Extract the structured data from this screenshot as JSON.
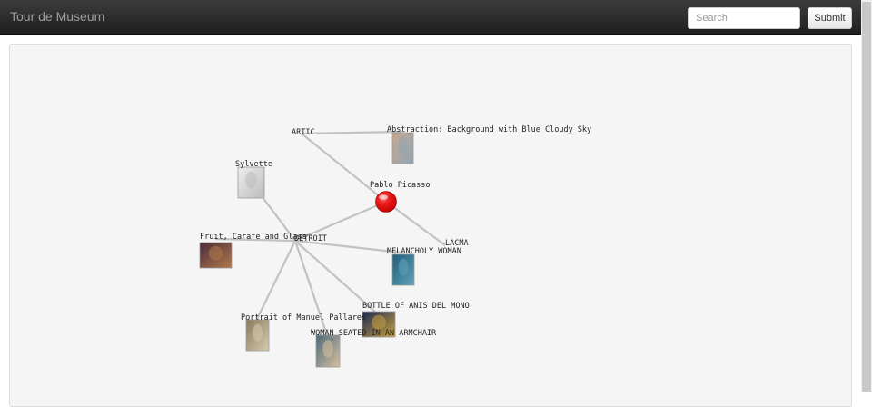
{
  "app": {
    "title": "Tour de Museum"
  },
  "search": {
    "placeholder": "Search",
    "value": "",
    "submit_label": "Submit"
  },
  "graph": {
    "edges": [
      [
        "artic",
        "abstraction"
      ],
      [
        "artic",
        "picasso"
      ],
      [
        "picasso",
        "lacma"
      ],
      [
        "picasso",
        "detroit"
      ],
      [
        "detroit",
        "sylvette"
      ],
      [
        "detroit",
        "fruit"
      ],
      [
        "detroit",
        "melancholy"
      ],
      [
        "detroit",
        "bottle"
      ],
      [
        "detroit",
        "portrait"
      ],
      [
        "detroit",
        "woman"
      ]
    ],
    "nodes": [
      {
        "id": "artic",
        "kind": "museum",
        "label": "ARTIC"
      },
      {
        "id": "detroit",
        "kind": "museum",
        "label": "DETROIT"
      },
      {
        "id": "lacma",
        "kind": "museum",
        "label": "LACMA"
      },
      {
        "id": "picasso",
        "kind": "artist",
        "label": "Pablo Picasso",
        "color": "#cc0000"
      },
      {
        "id": "abstraction",
        "kind": "artwork",
        "label": "Abstraction: Background with Blue Cloudy Sky",
        "colors": [
          "#c9a88c",
          "#8fa6b5"
        ]
      },
      {
        "id": "sylvette",
        "kind": "artwork",
        "label": "Sylvette",
        "colors": [
          "#eeeeee",
          "#bcbcbc"
        ]
      },
      {
        "id": "fruit",
        "kind": "artwork",
        "label": "Fruit, Carafe and Glass",
        "colors": [
          "#4a2a3c",
          "#b07a4a"
        ]
      },
      {
        "id": "melancholy",
        "kind": "artwork",
        "label": "MELANCHOLY WOMAN",
        "colors": [
          "#1f5d7a",
          "#5fa3b8"
        ]
      },
      {
        "id": "bottle",
        "kind": "artwork",
        "label": "BOTTLE OF ANIS DEL MONO",
        "colors": [
          "#1a2a55",
          "#c9a040"
        ]
      },
      {
        "id": "portrait",
        "kind": "artwork",
        "label": "Portrait of Manuel Pallares",
        "colors": [
          "#8a7a5a",
          "#d8cbb0"
        ]
      },
      {
        "id": "woman",
        "kind": "artwork",
        "label": "WOMAN SEATED IN AN ARMCHAIR",
        "colors": [
          "#4a6a7a",
          "#d8c0a0"
        ]
      }
    ]
  }
}
